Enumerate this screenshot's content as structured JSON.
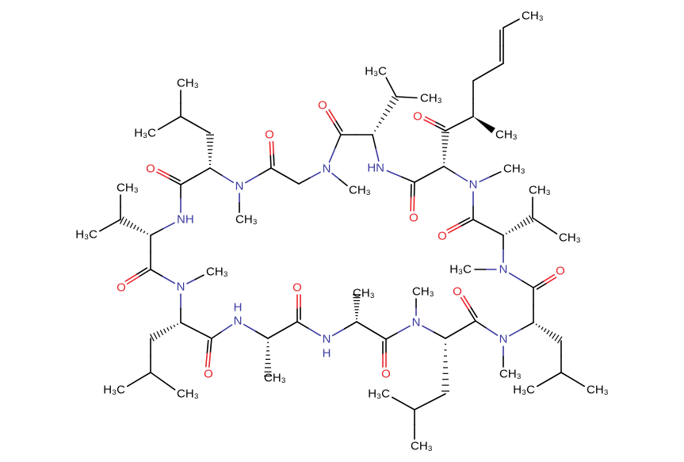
{
  "diagram": {
    "type": "chemical-structure",
    "colors": {
      "carbon": "#000000",
      "nitrogen": "#3a3aa0",
      "oxygen": "#e8232a"
    },
    "labels": {
      "m1": "CH₃",
      "m2": "CH₃",
      "o1": "O",
      "n1": "N",
      "m3": "CH₃",
      "o2": "O",
      "n2": "HN",
      "m4": "CH₃",
      "m5": "H₃C",
      "o3": "O",
      "n3": "N",
      "m6": "CH₃",
      "o4": "O",
      "n4": "N",
      "m7": "CH₃",
      "m8": "CH₃",
      "m9": "H₃C",
      "o5": "O",
      "n5": "NH",
      "m10": "CH₃",
      "m11": "H₃C",
      "o6": "O",
      "n6": "N",
      "m12": "CH₃",
      "m13": "H₃C",
      "m14": "CH₃",
      "o7": "O",
      "n7": "N",
      "n7h": "H",
      "m15": "CH₃",
      "o8": "O",
      "n8": "N",
      "n8h": "H",
      "m16": "CH₃",
      "o9": "O",
      "n9": "N",
      "m17": "CH₃",
      "m18": "CH₃",
      "m19": "H₃C",
      "o10": "O",
      "n10": "N",
      "m20": "CH₃",
      "m21": "H₃C",
      "m22": "CH₃",
      "o11": "O",
      "n11": "N",
      "m23": "H₃C",
      "m24": "CH₃",
      "m25": "CH₃",
      "o12": "O"
    }
  }
}
